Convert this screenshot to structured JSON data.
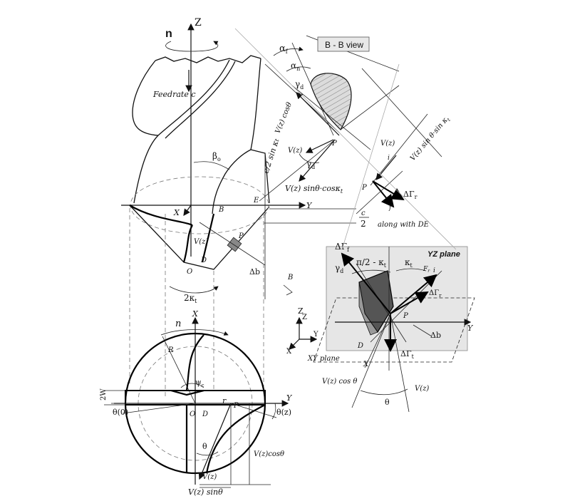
{
  "labels": {
    "n_top": "n",
    "z_axis": "Z",
    "feedrate": "Feedrate",
    "c": "c",
    "beta": "β",
    "beta_sub": "o",
    "alpha_f": "α",
    "alpha_f_sub": "f",
    "alpha_n": "α",
    "alpha_n_sub": "n",
    "bb_view": "B - B view",
    "gamma_d_top": "γ",
    "gamma_d_sub": "d",
    "vz_cos_theta_top": "V(z) cosθ",
    "vz_label_mid": "V(z)",
    "c_half_sin": "sin κ",
    "c_half_sin_sub": "t",
    "gamma_d_mid": "γ",
    "gamma_d_mid_sub": "d",
    "p_top": "P",
    "vz_sin_theta_cos_kappa": "V(z) sinθ·cosκ",
    "vz_sin_theta_cos_kappa_sub": "t",
    "vz_sin_theta_sin_kappa": "V(z) sin θ·sin κ",
    "vz_sin_theta_sin_kappa_sub": "t",
    "vz_small": "V(z)",
    "i_small": "i",
    "p_small": "P",
    "delta_gamma": "ΔΓ",
    "delta_gamma_sub": "r",
    "f_small": "f",
    "along_de": "along with DE",
    "x_cone": "X",
    "b_cone": "B",
    "e_cone": "E",
    "y_cone": "Y",
    "c_over_2_num": "c",
    "c_over_2_den": "2",
    "p_cone": "P",
    "vz_cone": "V(z)",
    "d_cone": "D",
    "o_cone": "O",
    "delta_b": "Δb",
    "b_lower": "B",
    "two_kappa": "2κ",
    "two_kappa_sub": "t",
    "yz_plane": "YZ plane",
    "delta_gamma_f": "ΔΓ",
    "delta_gamma_f_sub": "f",
    "gamma_d_yz": "γ",
    "gamma_d_yz_sub": "d",
    "pi2_kappa": "π/2 - κ",
    "pi2_kappa_sub": "t",
    "kappa_t": "κ",
    "kappa_t_sub": "t",
    "f_yz": "F",
    "f_yz_sub": "r",
    "i_yz": "i",
    "delta_gamma_r_yz": "ΔΓ",
    "delta_gamma_r_yz_sub": "r",
    "z_small_axes": "Z",
    "y_small_axes": "Y",
    "x_small_axes": "X",
    "z_yz": "Z",
    "y_yz": "Y",
    "p_yz": "P",
    "delta_b_yz": "Δb",
    "d_yz": "D",
    "delta_gamma_t": "ΔΓ",
    "delta_gamma_t_sub": "t",
    "xy_plane": "XY plane",
    "x_yz": "X",
    "vz_cos_theta_bottom": "V(z) cos θ",
    "vz_yz_bottom": "V(z)",
    "theta_yz": "θ",
    "x_circle": "X",
    "n_circle": "n",
    "r_circle": "R",
    "psi": "ψ",
    "psi_sub": "c",
    "two_w": "2W",
    "theta_zero": "θ(0)",
    "o_circle": "O",
    "d_circle": "D",
    "p_circle": "P",
    "r_circle_small": "r",
    "y_circle": "Y",
    "theta_z": "θ(z)",
    "theta_circle": "θ",
    "vz_cos_theta_circle": "V(z)cosθ",
    "vz_circle": "V(z)",
    "vz_sin_theta_circle": "V(z) sinθ"
  }
}
